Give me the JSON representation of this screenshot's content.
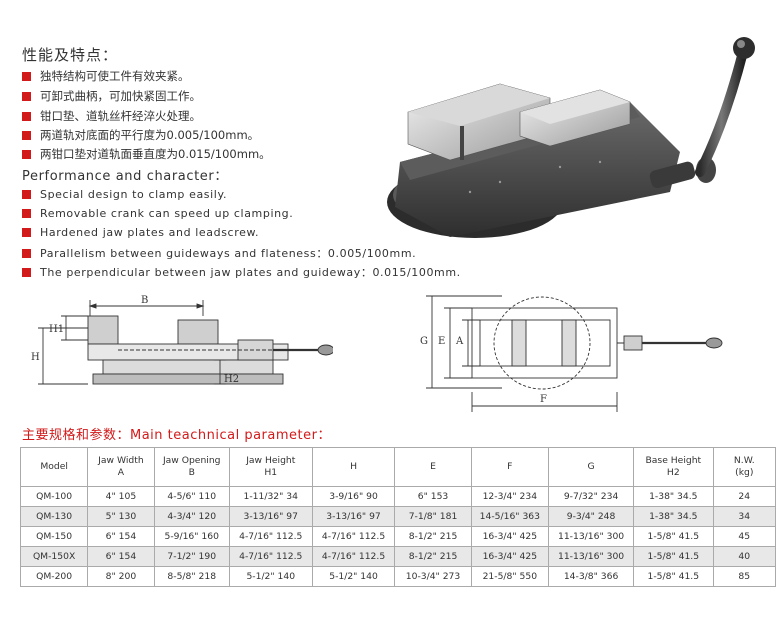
{
  "features": {
    "title_cn": "性能及特点：",
    "cn_items": [
      "独特结构可使工件有效夹紧。",
      "可卸式曲柄，可加快紧固工作。",
      "钳口垫、道轨丝杆经淬火处理。",
      "两道轨对底面的平行度为0.005/100mm。",
      "两钳口垫对道轨面垂直度为0.015/100mm。"
    ],
    "title_en": "Performance and character：",
    "en_items": [
      "Special design to clamp easily.",
      "Removable crank can speed up clamping.",
      "Hardened jaw plates and leadscrew.",
      "Parallelism between guideways and flateness：0.005/100mm.",
      "The perpendicular between jaw plates and guideway：0.015/100mm."
    ]
  },
  "colors": {
    "accent": "#d21a1a",
    "alt_row": "#e8e8e8",
    "border": "#aaaaaa"
  },
  "diagram_left": {
    "label_b": "B",
    "label_h": "H",
    "label_h1": "H1",
    "label_h2": "H2"
  },
  "diagram_right": {
    "label_g": "G",
    "label_e": "E",
    "label_a": "A",
    "label_f": "F"
  },
  "params": {
    "title": "主要规格和参数：Main teachnical parameter：",
    "headers": [
      [
        "Model"
      ],
      [
        "Jaw Width",
        "A"
      ],
      [
        "Jaw Opening",
        "B"
      ],
      [
        "Jaw Height",
        "H1"
      ],
      [
        "H"
      ],
      [
        "E"
      ],
      [
        "F"
      ],
      [
        "G"
      ],
      [
        "Base Height",
        "H2"
      ],
      [
        "N.W.",
        "(kg)"
      ]
    ],
    "rows": [
      [
        "QM-100",
        "4\" 105",
        "4-5/6\" 110",
        "1-11/32\" 34",
        "3-9/16\" 90",
        "6\" 153",
        "12-3/4\" 234",
        "9-7/32\" 234",
        "1-38\" 34.5",
        "24"
      ],
      [
        "QM-130",
        "5\" 130",
        "4-3/4\" 120",
        "3-13/16\" 97",
        "3-13/16\" 97",
        "7-1/8\" 181",
        "14-5/16\" 363",
        "9-3/4\" 248",
        "1-38\" 34.5",
        "34"
      ],
      [
        "QM-150",
        "6\" 154",
        "5-9/16\" 160",
        "4-7/16\" 112.5",
        "4-7/16\" 112.5",
        "8-1/2\" 215",
        "16-3/4\" 425",
        "11-13/16\" 300",
        "1-5/8\" 41.5",
        "45"
      ],
      [
        "QM-150X",
        "6\" 154",
        "7-1/2\" 190",
        "4-7/16\" 112.5",
        "4-7/16\" 112.5",
        "8-1/2\" 215",
        "16-3/4\" 425",
        "11-13/16\" 300",
        "1-5/8\" 41.5",
        "40"
      ],
      [
        "QM-200",
        "8\" 200",
        "8-5/8\" 218",
        "5-1/2\" 140",
        "5-1/2\" 140",
        "10-3/4\" 273",
        "21-5/8\" 550",
        "14-3/8\" 366",
        "1-5/8\" 41.5",
        "85"
      ]
    ]
  }
}
